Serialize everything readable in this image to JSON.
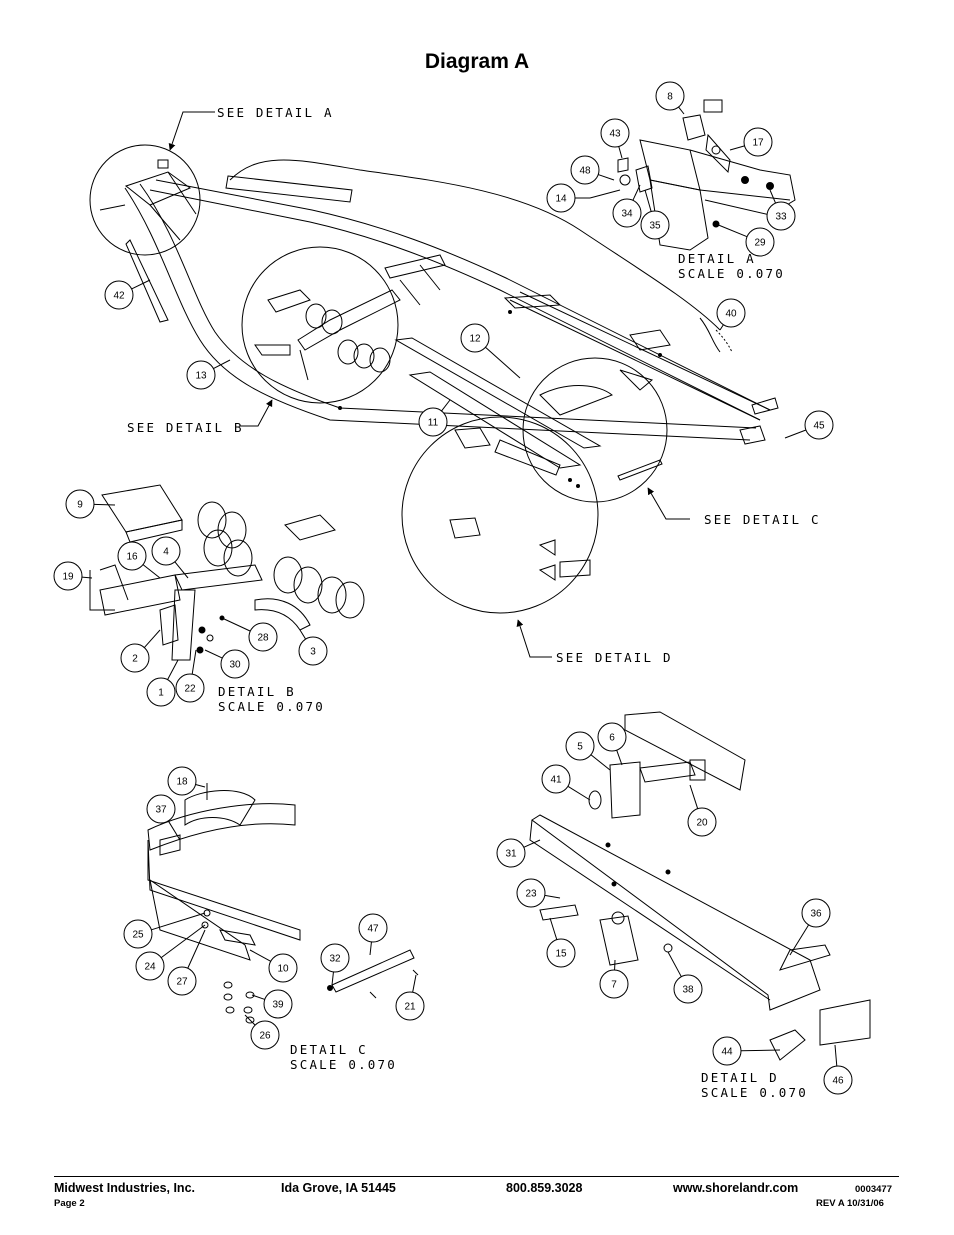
{
  "page": {
    "title": "Diagram A"
  },
  "callouts": {
    "see_detail_a": "SEE DETAIL  A",
    "see_detail_b": "SEE DETAIL  B",
    "see_detail_c": "SEE DETAIL  C",
    "see_detail_d": "SEE DETAIL  D"
  },
  "details": [
    {
      "name": "DETAIL  A",
      "scale": "SCALE  0.070"
    },
    {
      "name": "DETAIL  B",
      "scale": "SCALE  0.070"
    },
    {
      "name": "DETAIL  C",
      "scale": "SCALE  0.070"
    },
    {
      "name": "DETAIL  D",
      "scale": "SCALE  0.070"
    }
  ],
  "part_numbers": [
    "8",
    "43",
    "17",
    "48",
    "14",
    "34",
    "35",
    "33",
    "29",
    "40",
    "45",
    "42",
    "13",
    "12",
    "11",
    "9",
    "16",
    "4",
    "19",
    "2",
    "28",
    "3",
    "1",
    "22",
    "30",
    "18",
    "37",
    "25",
    "24",
    "27",
    "10",
    "47",
    "32",
    "21",
    "39",
    "26",
    "5",
    "6",
    "41",
    "20",
    "31",
    "23",
    "15",
    "7",
    "38",
    "36",
    "44",
    "46"
  ],
  "footer": {
    "company": "Midwest Industries, Inc.",
    "city": "Ida Grove, IA  51445",
    "phone": "800.859.3028",
    "website": "www.shorelandr.com",
    "page": "Page 2",
    "doc_number": "0003477",
    "revision": "REV A  10/31/06"
  }
}
